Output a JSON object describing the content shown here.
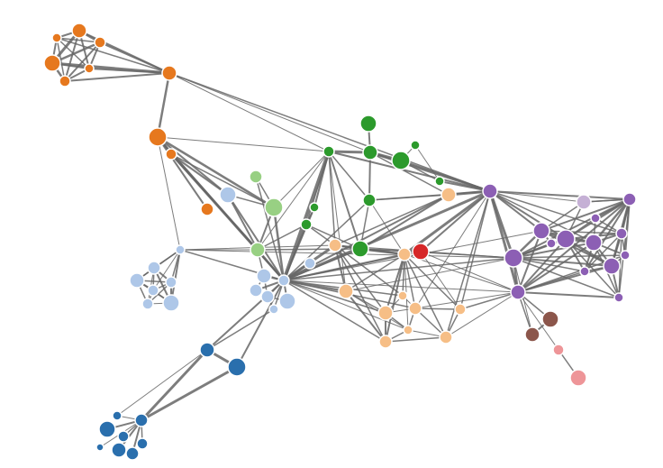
{
  "graph": {
    "palette": {
      "orange": "#e6781e",
      "green": "#2c9a2c",
      "light_green": "#98d083",
      "light_blue": "#aec7e8",
      "dark_blue": "#2a6fad",
      "light_orange": "#f6be86",
      "red": "#d62728",
      "purple": "#8c5fb4",
      "lavender": "#c5b0d5",
      "brown": "#8c564b",
      "pink": "#ee9598",
      "edge": "#666666"
    },
    "node_count": 77,
    "communities": [
      "orange",
      "green",
      "light_green",
      "light_blue",
      "dark_blue",
      "light_orange",
      "red",
      "purple",
      "lavender",
      "brown",
      "pink"
    ]
  }
}
